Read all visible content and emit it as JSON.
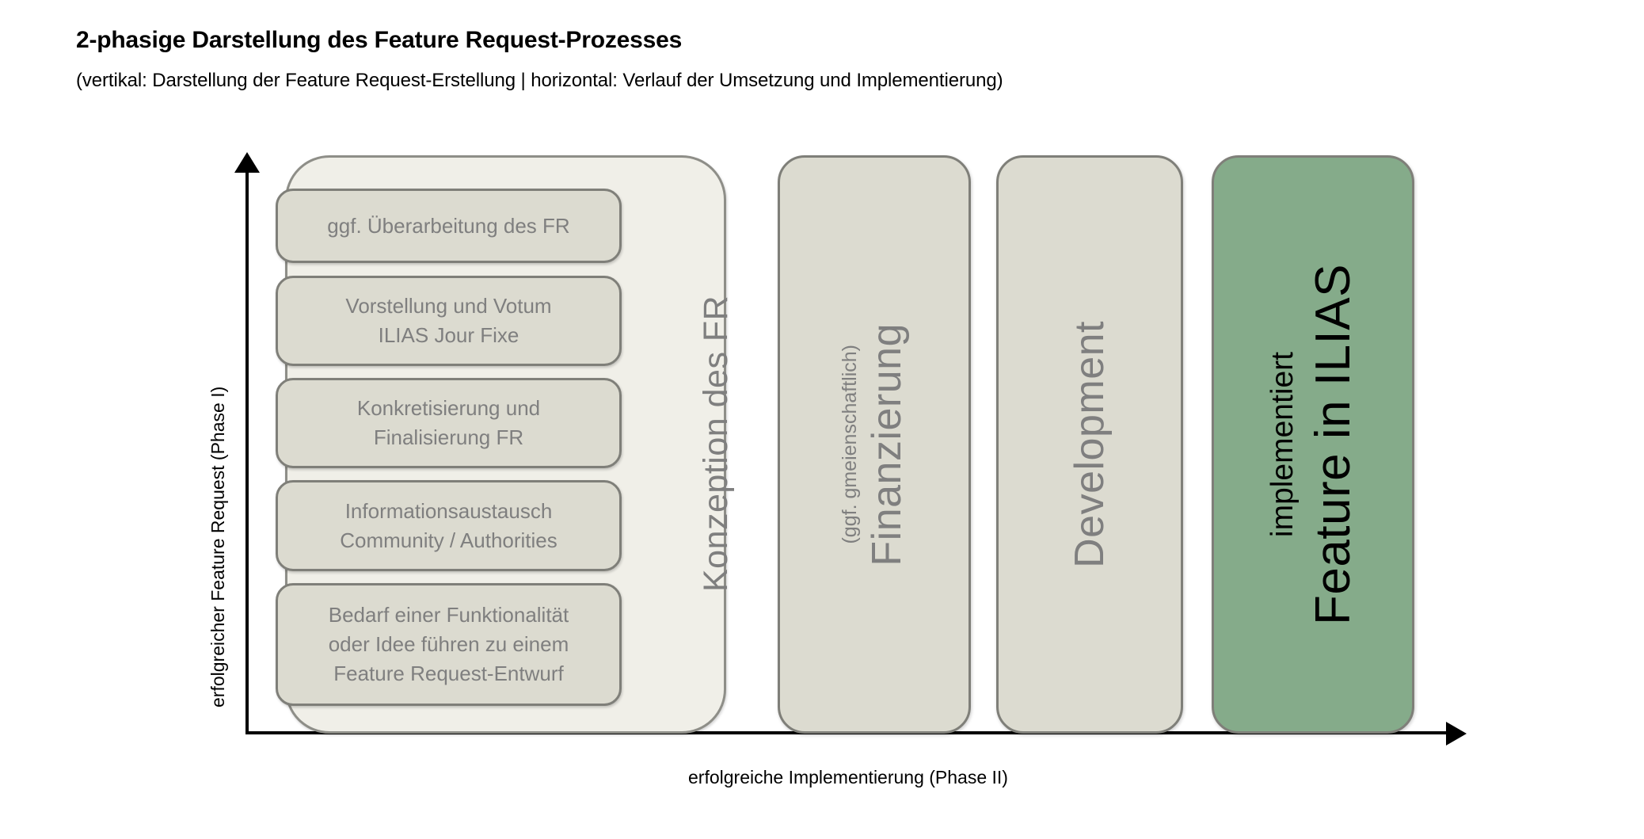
{
  "header": {
    "title": "2-phasige Darstellung des Feature Request-Prozesses",
    "subtitle": "(vertikal: Darstellung der Feature Request-Erstellung | horizontal: Verlauf der Umsetzung und Implementierung)"
  },
  "axes": {
    "y_label": "erfolgreicher Feature Request (Phase I)",
    "x_label": "erfolgreiche Implementierung (Phase II)"
  },
  "phase1": {
    "container_label": "Konzeption des FR",
    "steps": [
      {
        "line1": "ggf. Überarbeitung des FR",
        "line2": "",
        "line3": ""
      },
      {
        "line1": "Vorstellung und Votum",
        "line2": "ILIAS Jour Fixe",
        "line3": ""
      },
      {
        "line1": "Konkretisierung und",
        "line2": "Finalisierung  FR",
        "line3": ""
      },
      {
        "line1": "Informationsaustausch",
        "line2": "Community / Authorities",
        "line3": ""
      },
      {
        "line1": "Bedarf einer Funktionalität",
        "line2": "oder Idee führen zu einem",
        "line3": "Feature Request-Entwurf"
      }
    ]
  },
  "phase2": {
    "stages": [
      {
        "title": "Finanzierung",
        "subtitle": "(ggf. gmeienschaftlich)",
        "state": "pending"
      },
      {
        "title": "Development",
        "subtitle": "",
        "state": "pending"
      },
      {
        "title": "Feature in ILIAS",
        "subtitle": "implementiert",
        "state": "done"
      }
    ]
  },
  "colors": {
    "box_fill": "#dcdbd0",
    "container_fill": "#f0efe8",
    "box_border": "#7f7f79",
    "text_gray": "#7f7f7f",
    "accent_green": "#85ab8a",
    "axis_black": "#000000",
    "page_background": "#ffffff"
  }
}
